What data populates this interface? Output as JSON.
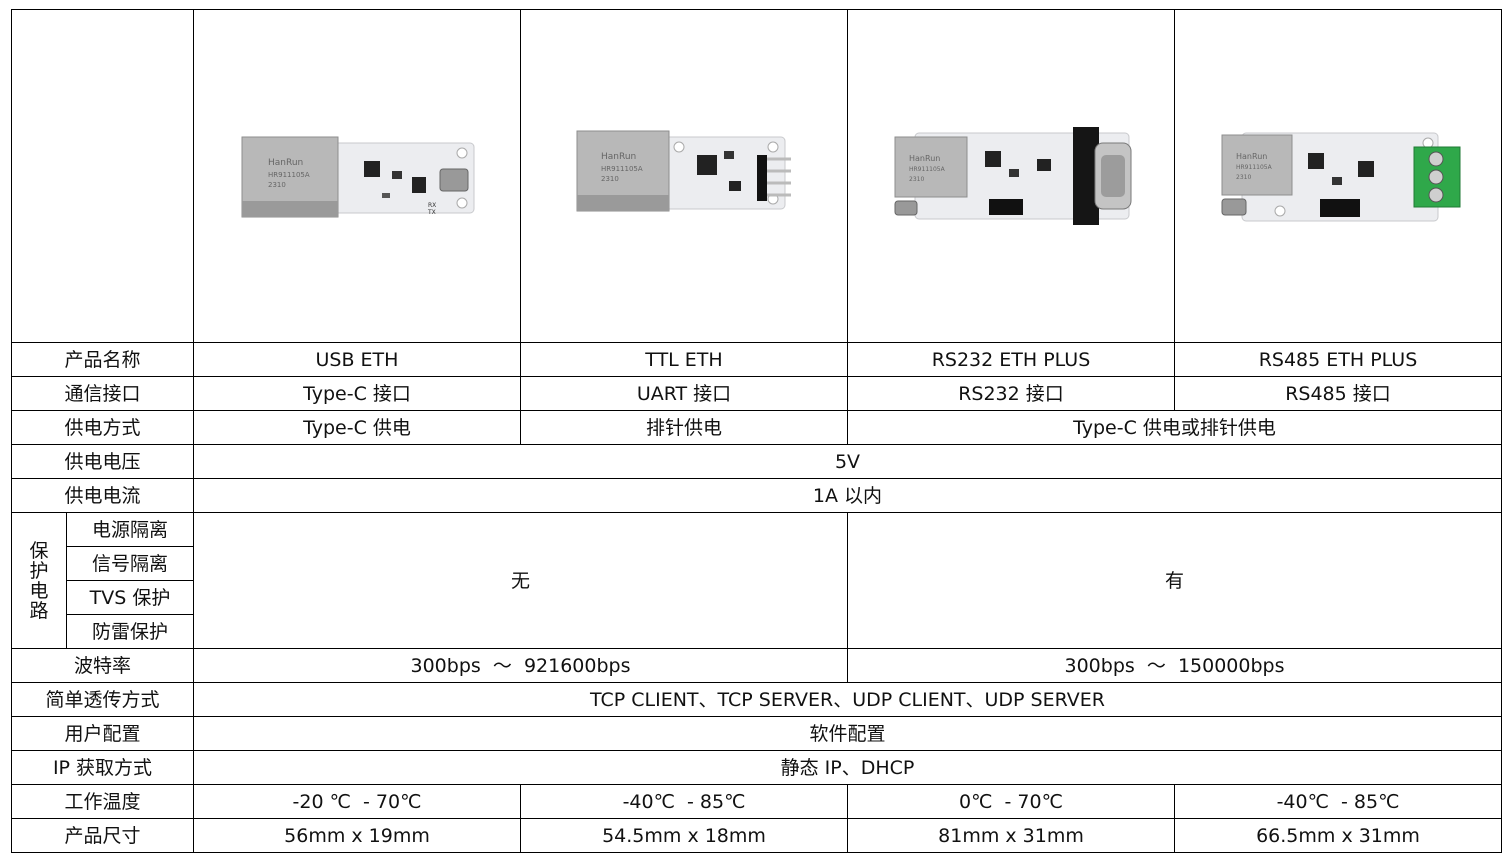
{
  "labels": {
    "product_name": "产品名称",
    "comm_interface": "通信接口",
    "power_method": "供电方式",
    "supply_voltage": "供电电压",
    "supply_current": "供电电流",
    "protection": [
      "保",
      "护",
      "电",
      "路"
    ],
    "power_isolation": "电源隔离",
    "signal_isolation": "信号隔离",
    "tvs_protection": "TVS 保护",
    "lightning_protection": "防雷保护",
    "baud_rate": "波特率",
    "transparent_mode": "简单透传方式",
    "user_config": "用户配置",
    "ip_method": "IP 获取方式",
    "work_temp": "工作温度",
    "size": "产品尺寸"
  },
  "products": [
    {
      "name": "USB ETH",
      "interface": "Type-C 接口",
      "temp": "-20 ℃  - 70℃",
      "size": "56mm x 19mm",
      "board": {
        "chip_text": [
          "HanRun",
          "HR911105A",
          "2310"
        ],
        "silk": [
          "RX",
          "TX"
        ]
      }
    },
    {
      "name": "TTL ETH",
      "interface": "UART 接口",
      "temp": "-40℃  - 85℃",
      "size": "54.5mm x 18mm",
      "board": {
        "chip_text": [
          "HanRun",
          "HR911105A",
          "2310"
        ]
      }
    },
    {
      "name": "RS232 ETH PLUS",
      "interface": "RS232 接口",
      "temp": "0℃  - 70℃",
      "size": "81mm x 31mm",
      "board": {
        "chip_text": [
          "HanRun",
          "HR911105A",
          "2310"
        ]
      }
    },
    {
      "name": "RS485 ETH PLUS",
      "interface": "RS485 接口",
      "temp": "-40℃  - 85℃",
      "size": "66.5mm x 31mm",
      "board": {
        "chip_text": [
          "HanRun",
          "HR911105A",
          "2310"
        ]
      }
    }
  ],
  "power_method": {
    "usb": "Type-C 供电",
    "ttl": "排针供电",
    "plus": "Type-C 供电或排针供电"
  },
  "supply_voltage": "5V",
  "supply_current": "1A 以内",
  "protection": {
    "basic": "无",
    "plus": "有"
  },
  "baud_rate": {
    "basic": "300bps  ～  921600bps",
    "plus": "300bps  ～  150000bps"
  },
  "transparent_mode": "TCP CLIENT、TCP SERVER、UDP CLIENT、UDP SERVER",
  "user_config": "软件配置",
  "ip_method": "静态 IP、DHCP",
  "colors": {
    "pcb": "#ecedf0",
    "jack": "#b8b8b8",
    "terminal": "#2fa84a"
  }
}
